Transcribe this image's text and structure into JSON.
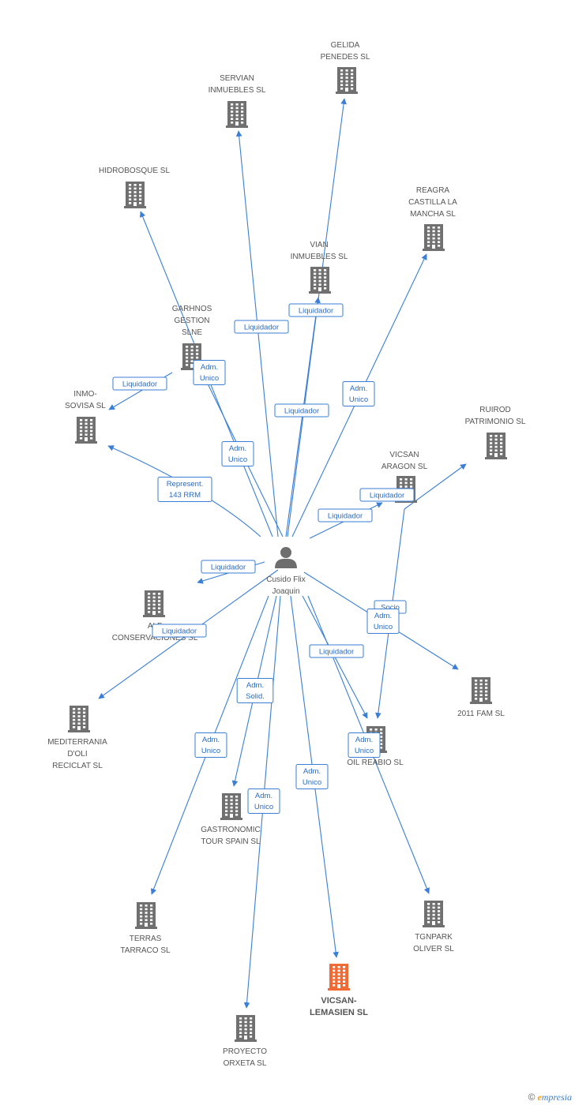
{
  "center": {
    "label": [
      "Cusido Flix",
      "Joaquin"
    ]
  },
  "colors": {
    "edge": "#3a7fd5",
    "building": "#707070",
    "focus": "#f06a35",
    "person": "#6e6e6e"
  },
  "nodes": [
    {
      "id": "gelida",
      "label": [
        "GELIDA",
        "PENEDES SL"
      ]
    },
    {
      "id": "servian",
      "label": [
        "SERVIAN",
        "INMUEBLES SL"
      ]
    },
    {
      "id": "hidrobosque",
      "label": [
        "HIDROBOSQUE SL"
      ]
    },
    {
      "id": "reagra",
      "label": [
        "REAGRA",
        "CASTILLA LA",
        "MANCHA SL"
      ]
    },
    {
      "id": "vian",
      "label": [
        "VIAN",
        "INMUEBLES SL"
      ]
    },
    {
      "id": "garhnos",
      "label": [
        "GARHNOS",
        "GESTION",
        "SLNE"
      ]
    },
    {
      "id": "inmosovisa",
      "label": [
        "INMO-",
        "SOVISA SL"
      ]
    },
    {
      "id": "ruirod",
      "label": [
        "RUIROD",
        "PATRIMONIO SL"
      ]
    },
    {
      "id": "vicsanaragon",
      "label": [
        "VICSAN",
        "ARAGON SL"
      ]
    },
    {
      "id": "alf",
      "label": [
        "ALF",
        "CONSERVACIONES SL"
      ]
    },
    {
      "id": "mediterrania",
      "label": [
        "MEDITERRANIA",
        "D'OLI",
        "RECICLAT SL"
      ]
    },
    {
      "id": "2011fam",
      "label": [
        "2011 FAM SL"
      ]
    },
    {
      "id": "oilreabio",
      "label": [
        "OIL REABIO SL"
      ]
    },
    {
      "id": "gastronomic",
      "label": [
        "GASTRONOMIC",
        "TOUR SPAIN SL"
      ]
    },
    {
      "id": "terras",
      "label": [
        "TERRAS",
        "TARRACO SL"
      ]
    },
    {
      "id": "tgnpark",
      "label": [
        "TGNPARK",
        "OLIVER  SL"
      ]
    },
    {
      "id": "vicsanlemasien",
      "label": [
        "VICSAN-",
        "LEMASIEN SL"
      ],
      "focus": true
    },
    {
      "id": "proyecto",
      "label": [
        "PROYECTO",
        "ORXETA SL"
      ]
    }
  ],
  "edge_labels": [
    {
      "id": "l1",
      "text": [
        "Liquidador"
      ]
    },
    {
      "id": "l2",
      "text": [
        "Liquidador"
      ]
    },
    {
      "id": "l3",
      "text": [
        "Liquidador"
      ]
    },
    {
      "id": "l4",
      "text": [
        "Adm.",
        "Unico"
      ]
    },
    {
      "id": "l5",
      "text": [
        "Liquidador"
      ]
    },
    {
      "id": "l6",
      "text": [
        "Adm.",
        "Unico"
      ]
    },
    {
      "id": "l7",
      "text": [
        "Adm.",
        "Unico"
      ]
    },
    {
      "id": "l8",
      "text": [
        "Represent.",
        "143 RRM"
      ]
    },
    {
      "id": "l9",
      "text": [
        "Liquidador"
      ]
    },
    {
      "id": "l10",
      "text": [
        "Liquidador"
      ]
    },
    {
      "id": "l11",
      "text": [
        "Liquidador"
      ]
    },
    {
      "id": "l12",
      "text": [
        "Liquidador"
      ]
    },
    {
      "id": "l13",
      "text": [
        "Socio"
      ]
    },
    {
      "id": "l14",
      "text": [
        "Adm.",
        "Unico"
      ]
    },
    {
      "id": "l15",
      "text": [
        "Liquidador"
      ]
    },
    {
      "id": "l16",
      "text": [
        "Liquidador"
      ]
    },
    {
      "id": "l17",
      "text": [
        "Adm.",
        "Solid."
      ]
    },
    {
      "id": "l18",
      "text": [
        "Adm.",
        "Unico"
      ]
    },
    {
      "id": "l19",
      "text": [
        "Adm.",
        "Unico"
      ]
    },
    {
      "id": "l20",
      "text": [
        "Adm.",
        "Unico"
      ]
    },
    {
      "id": "l21",
      "text": [
        "Adm.",
        "Unico"
      ]
    }
  ],
  "footer": {
    "copyright": "©",
    "brand_e": "e",
    "brand_rest": "mpresia"
  }
}
